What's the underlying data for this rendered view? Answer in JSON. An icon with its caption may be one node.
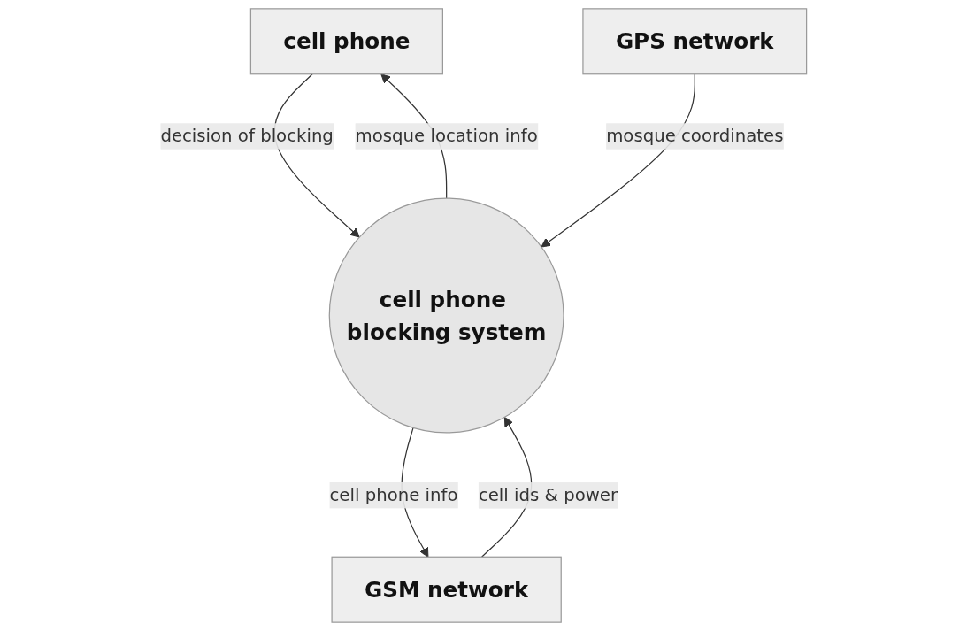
{
  "diagram": {
    "nodes": [
      {
        "text": [
          "cell phone"
        ]
      },
      {
        "text": [
          "GPS network"
        ]
      },
      {
        "text": [
          "cell phone blocking system"
        ]
      },
      {
        "text": [
          "GSM network"
        ]
      }
    ],
    "edges": [
      {
        "from": 0,
        "to": 2,
        "arrow": "to",
        "label": "decision of blocking"
      },
      {
        "from": 2,
        "to": 0,
        "arrow": "to",
        "label": "mosque location info"
      },
      {
        "from": 1,
        "to": 2,
        "arrow": "to",
        "label": "mosque coordinates"
      },
      {
        "from": 3,
        "to": 2,
        "arrow": "to",
        "label": "cell ids & power"
      },
      {
        "from": 2,
        "to": 3,
        "arrow": "to",
        "label": "cell phone info"
      }
    ]
  }
}
